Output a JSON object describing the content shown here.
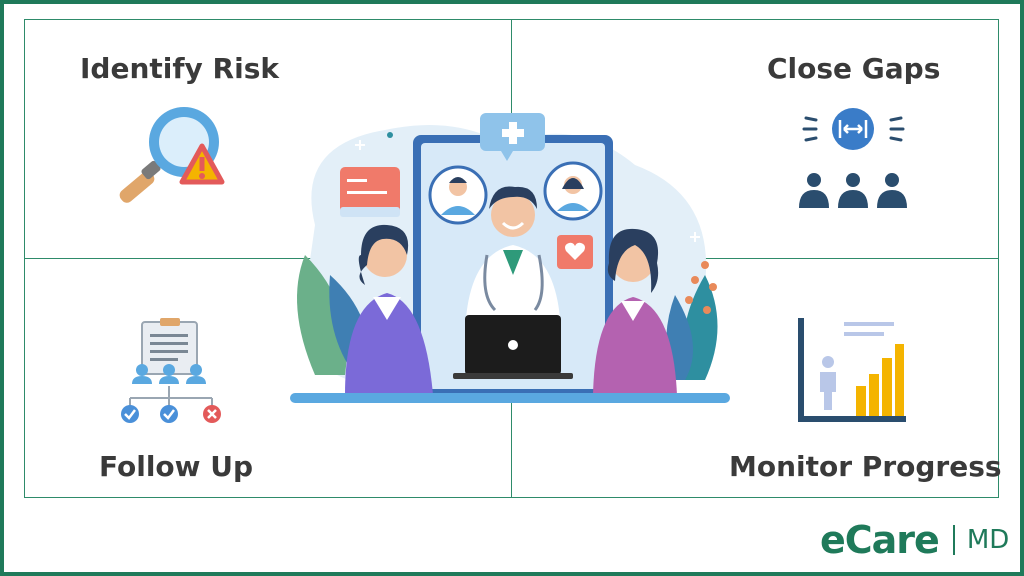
{
  "quadrants": {
    "top_left": {
      "title": "Identify Risk",
      "icon": "magnifier-warning-icon"
    },
    "top_right": {
      "title": "Close Gaps",
      "icon": "gap-people-icon"
    },
    "bottom_left": {
      "title": "Follow Up",
      "icon": "clipboard-flow-icon"
    },
    "bottom_right": {
      "title": "Monitor Progress",
      "icon": "bar-chart-progress-icon"
    }
  },
  "logo": {
    "brand": "eCare",
    "suffix": "MD"
  },
  "colors": {
    "frame": "#1f7a5a",
    "accent_blue": "#4a90d9",
    "warning": "#f4b400",
    "alert_red": "#e35a5a"
  }
}
